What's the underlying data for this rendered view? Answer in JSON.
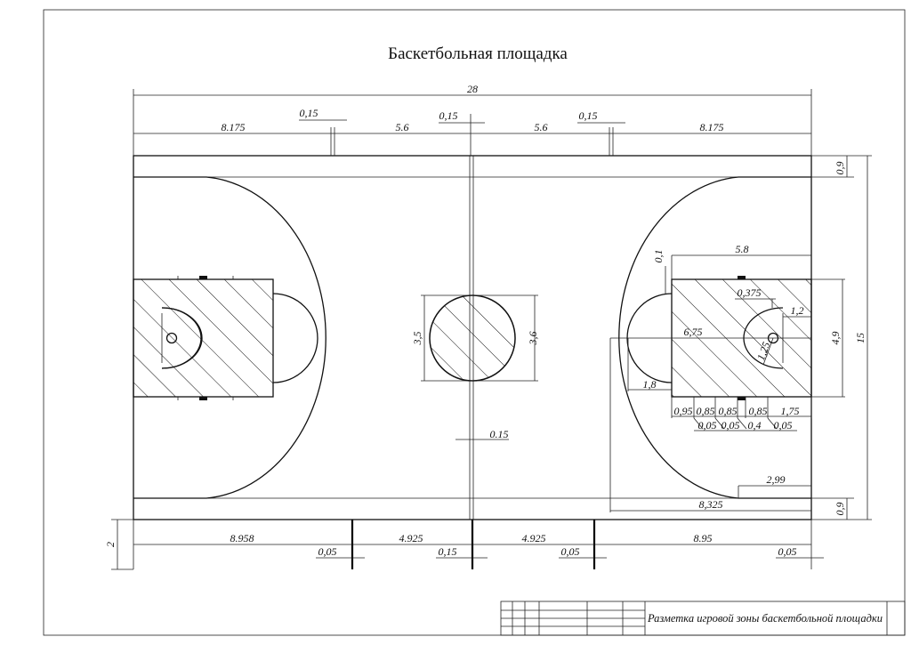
{
  "title": "Баскетбольная площадка",
  "title_block": {
    "caption": "Разметка игровой зоны баскетбольной площадки"
  },
  "dims": {
    "top_total": "28",
    "top_left_seg": "8.175",
    "top_post_l": "0,15",
    "top_mid_l": "5.6",
    "top_center": "0,15",
    "top_mid_r": "5.6",
    "top_post_r": "0,15",
    "top_right_seg": "8.175",
    "right_top_margin": "0,9",
    "right_total": "15",
    "right_bottom_margin": "0,9",
    "circle_d_left": "3,5",
    "circle_d_right": "3,6",
    "center_line_w": "0.15",
    "key_width": "5.8",
    "key_gap": "0,1",
    "key_offset": "0,375",
    "hoop_dist": "1,2",
    "key_inner": "6,75",
    "key_height": "4,9",
    "free_throw_r": "1,25",
    "semi_r": "1,8",
    "lane_a": "0,95",
    "lane_b": "0,85",
    "lane_c": "0,85",
    "lane_d": "0,85",
    "lane_e": "1,75",
    "lane_f": "0,05",
    "lane_g": "0,05",
    "lane_h": "0,4",
    "lane_i": "0,05",
    "corner_three": "2,99",
    "three_point_r": "8,325",
    "bottom_left_seg": "8.958",
    "bottom_l1": "0,05",
    "bottom_mid_l": "4.925",
    "bottom_center": "0,15",
    "bottom_mid_r": "4.925",
    "bottom_r1": "0,05",
    "bottom_right_seg": "8.95",
    "bottom_r2": "0,05",
    "side_depth": "2"
  }
}
